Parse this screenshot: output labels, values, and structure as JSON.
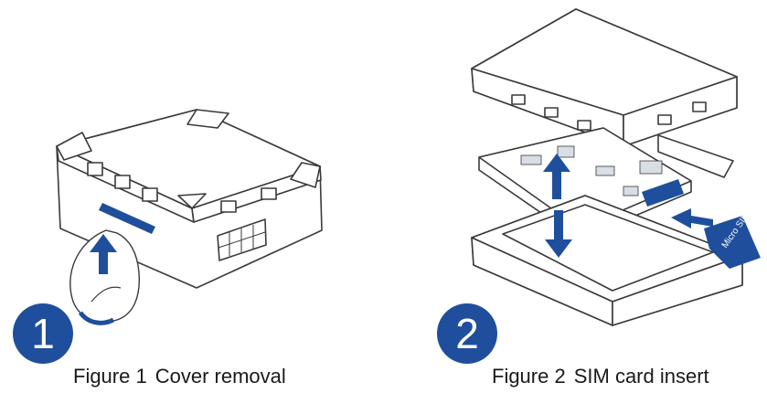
{
  "colors": {
    "accent": "#1f4f9c",
    "outline": "#3a3a3a",
    "caption_text": "#1a1a1a"
  },
  "figures": [
    {
      "number": "1",
      "label": "Figure 1",
      "title": "Cover removal",
      "icon": "up-arrow-icon"
    },
    {
      "number": "2",
      "label": "Figure 2",
      "title": "SIM card insert",
      "sim_card_text": "Micro SIM",
      "icon": "up-down-arrow-icon"
    }
  ]
}
